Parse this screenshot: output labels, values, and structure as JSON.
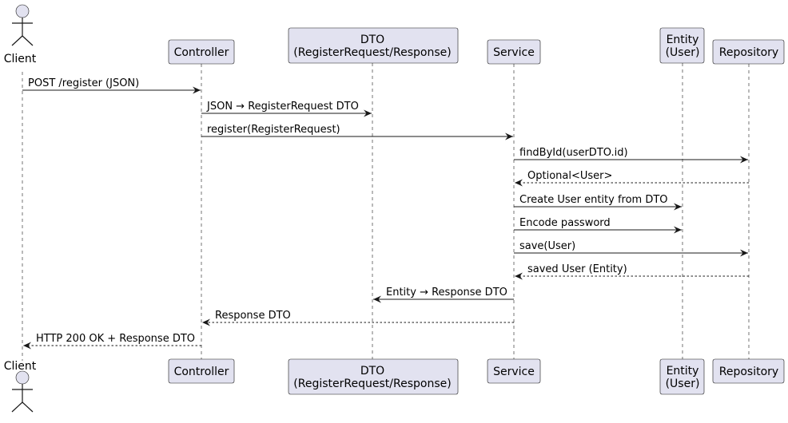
{
  "diagram": {
    "type": "sequence",
    "actor": {
      "id": "client",
      "label": "Client"
    },
    "participants": [
      {
        "id": "controller",
        "lines": [
          "Controller"
        ]
      },
      {
        "id": "dto",
        "lines": [
          "DTO",
          "(RegisterRequest/Response)"
        ]
      },
      {
        "id": "service",
        "lines": [
          "Service"
        ]
      },
      {
        "id": "entity",
        "lines": [
          "Entity",
          "(User)"
        ]
      },
      {
        "id": "repository",
        "lines": [
          "Repository"
        ]
      }
    ],
    "messages": [
      {
        "from": "client",
        "to": "controller",
        "text": "POST /register (JSON)",
        "style": "solid"
      },
      {
        "from": "controller",
        "to": "dto",
        "text": "JSON → RegisterRequest DTO",
        "style": "solid"
      },
      {
        "from": "controller",
        "to": "service",
        "text": "register(RegisterRequest)",
        "style": "solid"
      },
      {
        "from": "service",
        "to": "repository",
        "text": "findById(userDTO.id)",
        "style": "solid"
      },
      {
        "from": "repository",
        "to": "service",
        "text": "Optional<User>",
        "style": "dashed"
      },
      {
        "from": "service",
        "to": "entity",
        "text": "Create User entity from DTO",
        "style": "solid"
      },
      {
        "from": "service",
        "to": "entity",
        "text": "Encode password",
        "style": "solid"
      },
      {
        "from": "service",
        "to": "repository",
        "text": "save(User)",
        "style": "solid"
      },
      {
        "from": "repository",
        "to": "service",
        "text": "saved User (Entity)",
        "style": "dashed"
      },
      {
        "from": "service",
        "to": "dto",
        "text": "Entity → Response DTO",
        "style": "solid"
      },
      {
        "from": "service",
        "to": "controller",
        "text": "Response DTO",
        "style": "dashed"
      },
      {
        "from": "controller",
        "to": "client",
        "text": "HTTP 200 OK + Response DTO",
        "style": "dashed"
      }
    ],
    "colors": {
      "participant_fill": "#e2e2f0",
      "line": "#181818",
      "text": "#000000"
    }
  }
}
